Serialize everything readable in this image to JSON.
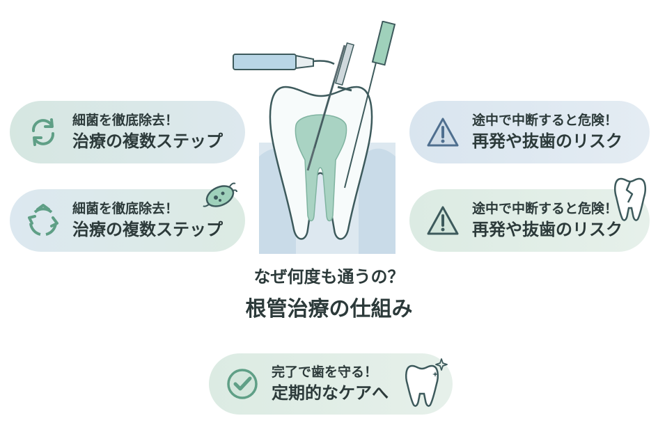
{
  "title": {
    "subtitle": "なぜ何度も通うの？",
    "main": "根管治療の仕組み"
  },
  "cards": [
    {
      "line1": "細菌を徹底除去！",
      "line2": "治療の複数ステップ",
      "icon": "cycle-arrows-icon"
    },
    {
      "line1": "細菌を徹底除去！",
      "line2": "治療の複数ステップ",
      "icon": "recycle-arrows-icon",
      "deco": "bacteria-icon"
    },
    {
      "line1": "途中で中断すると危険！",
      "line2": "再発や抜歯のリスク",
      "icon": "warning-icon"
    },
    {
      "line1": "途中で中断すると危険！",
      "line2": "再発や抜歯のリスク",
      "icon": "warning-icon",
      "deco": "broken-tooth-icon"
    },
    {
      "line1": "完了で歯を守る！",
      "line2": "定期的なケアへ",
      "icon": "check-circle-icon",
      "deco": "sparkling-tooth-icon"
    }
  ],
  "colors": {
    "green_pill": "#dcebe3",
    "blue_pill": "#d9e5ef",
    "accent_green": "#5f9f86",
    "accent_blue": "#4f6f8f",
    "outline": "#3d5a5c"
  }
}
